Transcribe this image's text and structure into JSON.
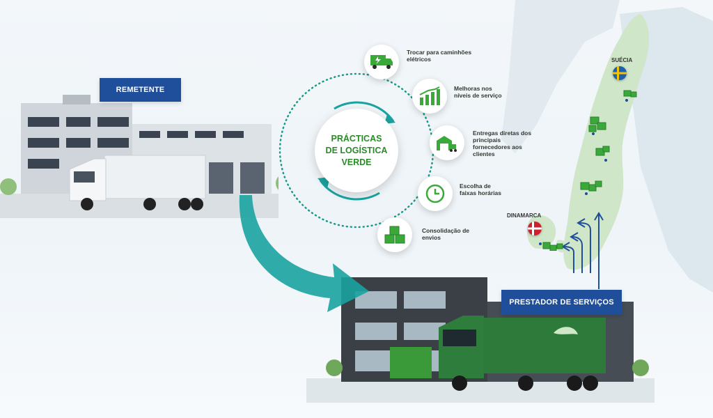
{
  "labels": {
    "sender": "REMETENTE",
    "provider": "PRESTADOR DE SERVIÇOS"
  },
  "center": {
    "line1": "PRÁCTICAS",
    "line2": "DE LOGÍSTICA",
    "line3": "VERDE"
  },
  "practices": [
    {
      "text": "Trocar para caminhões elétricos",
      "icon": "electric-truck-icon"
    },
    {
      "text": "Melhoras nos níveis de serviço",
      "icon": "bar-chart-icon"
    },
    {
      "text": "Entregas diretas dos principais fornecedores aos clientes",
      "icon": "warehouse-truck-icon"
    },
    {
      "text": "Escolha de faixas horárias",
      "icon": "clock-icon"
    },
    {
      "text": "Consolidação de envios",
      "icon": "boxes-icon"
    }
  ],
  "map": {
    "sweden": "SUÉCIA",
    "denmark": "DINAMARCA"
  },
  "colors": {
    "label_blue": "#1f4e9a",
    "green": "#2e9a3a",
    "teal": "#1aa3a0"
  }
}
